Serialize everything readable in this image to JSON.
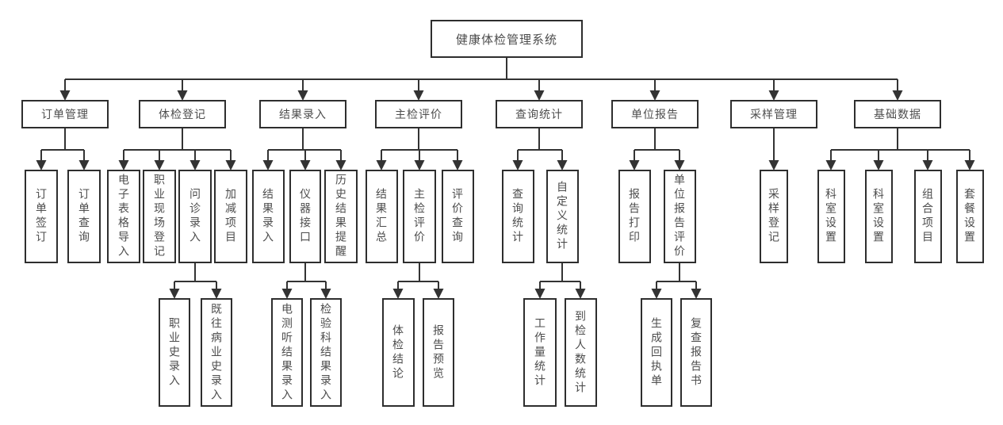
{
  "diagram": {
    "type": "org-chart",
    "colors": {
      "line": "#333333",
      "border": "#2e2e2e",
      "text": "#4d4d4d",
      "background": "#ffffff"
    },
    "root": {
      "id": "root",
      "label": "健康体检管理系统"
    },
    "modules": [
      {
        "id": "dingdan-guanli",
        "label": "订单管理",
        "children": [
          {
            "id": "dingdan-qianding",
            "label": "订单签订"
          },
          {
            "id": "dingdan-chaxun",
            "label": "订单查询"
          }
        ]
      },
      {
        "id": "tijian-dengji",
        "label": "体检登记",
        "children": [
          {
            "id": "dianzi-biaoge-daoru",
            "label": "电子表格导入"
          },
          {
            "id": "zhiye-xianchang-dengji",
            "label": "职业现场登记"
          },
          {
            "id": "wenzhen-luru",
            "label": "问诊录入",
            "children": [
              {
                "id": "zhiyeshi-luru",
                "label": "职业史录入"
              },
              {
                "id": "jiwang-bingyeshi-luru",
                "label": "既往病业史录入"
              }
            ]
          },
          {
            "id": "jiajian-xiangmu",
            "label": "加减项目"
          }
        ]
      },
      {
        "id": "jieguo-luru-mod",
        "label": "结果录入",
        "children": [
          {
            "id": "jieguo-luru",
            "label": "结果录入"
          },
          {
            "id": "yiqi-jiekou",
            "label": "仪器接口",
            "children": [
              {
                "id": "dianceting-jieguo-luru",
                "label": "电测听结果录入"
              },
              {
                "id": "jianyanke-jieguo-luru",
                "label": "检验科结果录入"
              }
            ]
          },
          {
            "id": "lishi-jieguo-tixing",
            "label": "历史结果提醒"
          }
        ]
      },
      {
        "id": "zhujian-pingjia-mod",
        "label": "主检评价",
        "children": [
          {
            "id": "jieguo-huizong",
            "label": "结果汇总"
          },
          {
            "id": "zhujian-pingjia",
            "label": "主检评价",
            "children": [
              {
                "id": "tijian-jielun",
                "label": "体检结论"
              },
              {
                "id": "baogao-yulan",
                "label": "报告预览"
              }
            ]
          },
          {
            "id": "pingjia-chaxun",
            "label": "评价查询"
          }
        ]
      },
      {
        "id": "chaxun-tongji-mod",
        "label": "查询统计",
        "children": [
          {
            "id": "chaxun-tongji",
            "label": "查询统计"
          },
          {
            "id": "zidingyi-tongji",
            "label": "自定义统计",
            "children": [
              {
                "id": "gongzuoliang-tongji",
                "label": "工作量统计"
              },
              {
                "id": "daojian-renshu-tongji",
                "label": "到检人数统计"
              }
            ]
          }
        ]
      },
      {
        "id": "danwei-baogao",
        "label": "单位报告",
        "children": [
          {
            "id": "baogao-dayin",
            "label": "报告打印"
          },
          {
            "id": "danwei-baogao-pingjia",
            "label": "单位报告评价",
            "children": [
              {
                "id": "shengcheng-huizhidan",
                "label": "生成回执单"
              },
              {
                "id": "fucha-baogaoshu",
                "label": "复查报告书"
              }
            ]
          }
        ]
      },
      {
        "id": "caiyang-guanli",
        "label": "采样管理",
        "children": [
          {
            "id": "caiyang-dengji",
            "label": "采样登记"
          }
        ]
      },
      {
        "id": "jichu-shuju",
        "label": "基础数据",
        "children": [
          {
            "id": "keshi-shezhi-1",
            "label": "科室设置"
          },
          {
            "id": "keshi-shezhi-2",
            "label": "科室设置"
          },
          {
            "id": "zuhe-xiangmu",
            "label": "组合项目"
          },
          {
            "id": "taocan-shezhi",
            "label": "套餐设置"
          }
        ]
      }
    ]
  }
}
